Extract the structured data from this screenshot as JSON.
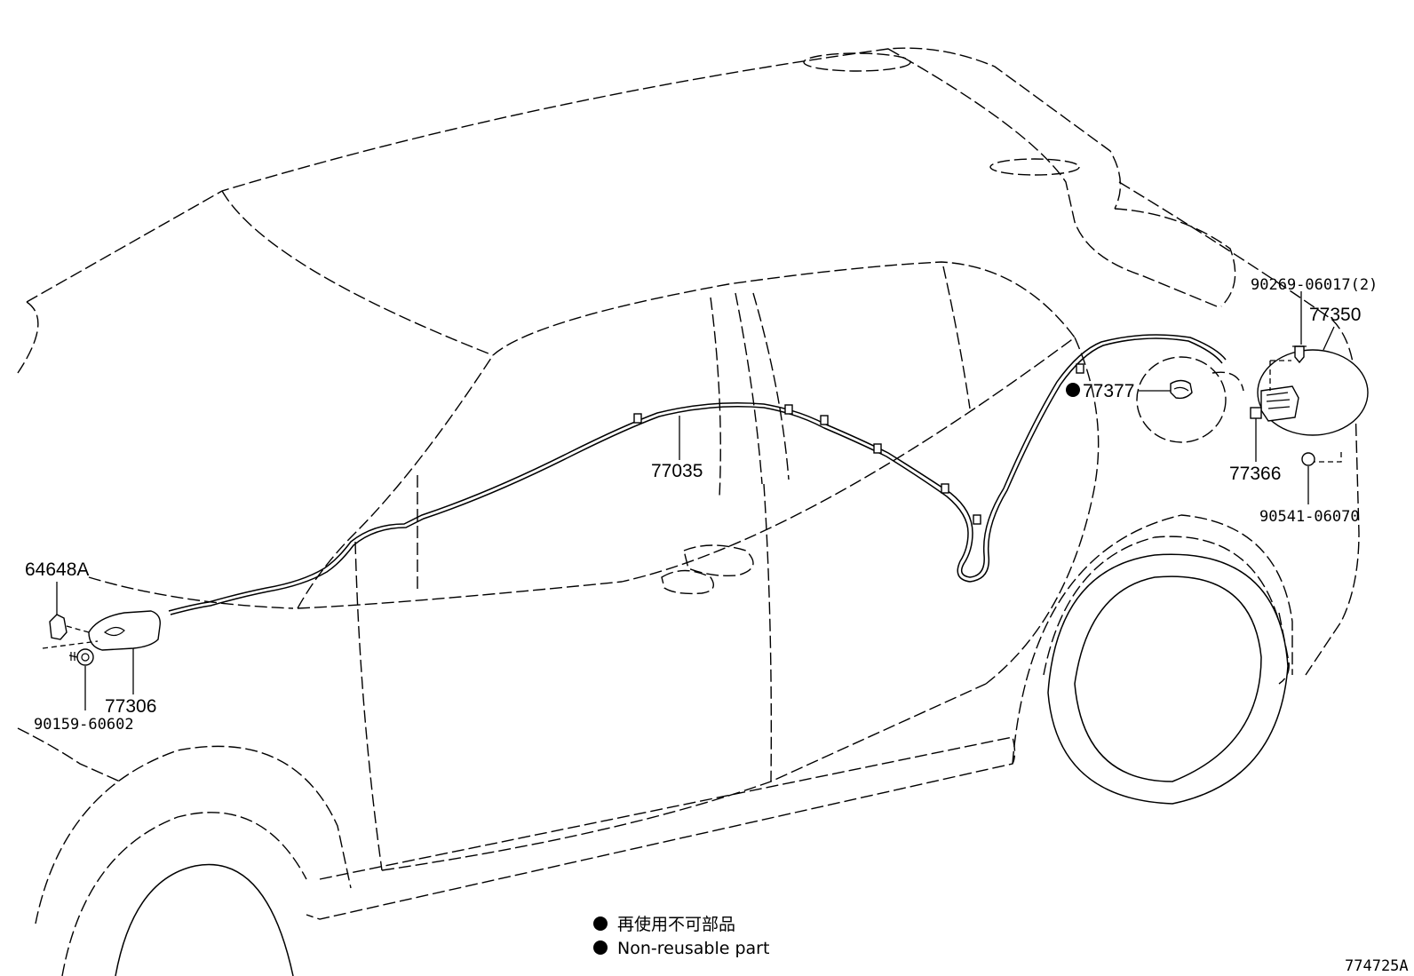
{
  "parts": {
    "p_64648A": "64648A",
    "p_77306": "77306",
    "p_90159": "90159-60602",
    "p_77035": "77035",
    "p_77377": "77377",
    "p_90269": "90269-06017(2)",
    "p_77350": "77350",
    "p_77366": "77366",
    "p_90541": "90541-06070"
  },
  "legend": {
    "jp": "再使用不可部品",
    "en": "Non-reusable part"
  },
  "diagram_id": "774725A"
}
